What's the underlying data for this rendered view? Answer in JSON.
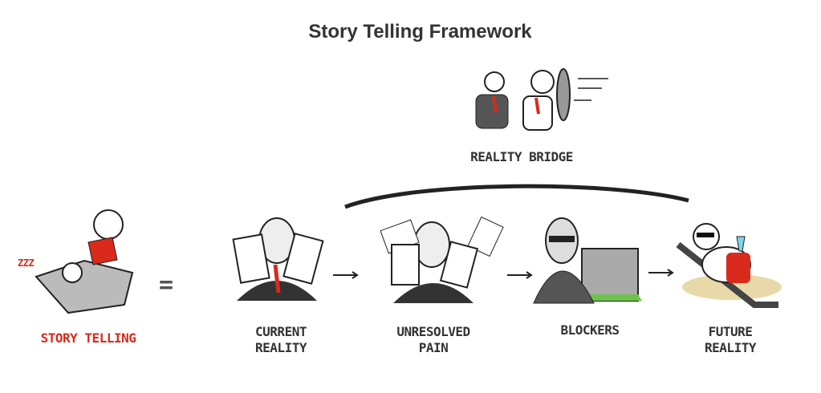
{
  "title": "Story Telling Framework",
  "bridge_label": "REALITY BRIDGE",
  "story_label": "STORY TELLING",
  "sleep_text": "ZZZ",
  "equals": "=",
  "stages": [
    {
      "line1": "CURRENT",
      "line2": "REALITY"
    },
    {
      "line1": "UNRESOLVED",
      "line2": "PAIN"
    },
    {
      "line1": "BLOCKERS",
      "line2": ""
    },
    {
      "line1": "FUTURE",
      "line2": "REALITY"
    }
  ],
  "colors": {
    "accent": "#d92a1c",
    "ink": "#333333",
    "grass": "#6cc24a",
    "sand": "#e8d9a8"
  }
}
